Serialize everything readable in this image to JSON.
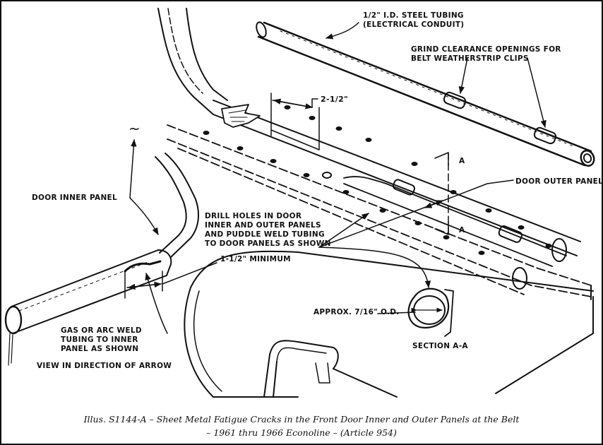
{
  "labels": {
    "steel_tubing": [
      "1/2\" I.D. STEEL TUBING",
      "(ELECTRICAL CONDUIT)"
    ],
    "grind_clearance": [
      "GRIND CLEARANCE OPENINGS FOR",
      "BELT WEATHERSTRIP CLIPS"
    ],
    "dim_two_half": "2-1/2\"",
    "section_marker": "A",
    "door_inner_panel": "DOOR INNER PANEL",
    "door_outer_panel": "DOOR OUTER PANEL",
    "drill_holes": [
      "DRILL HOLES IN DOOR",
      "INNER AND OUTER PANELS",
      "AND PUDDLE WELD TUBING",
      "TO DOOR PANELS AS SHOWN"
    ],
    "min_length": "1-1/2\" MINIMUM",
    "approx_od": "APPROX. 7/16\" O.D.",
    "weld_note": [
      "GAS OR ARC WELD",
      "TUBING TO INNER",
      "PANEL AS SHOWN"
    ],
    "view_direction": "VIEW IN DIRECTION OF ARROW",
    "section_aa": "SECTION A-A",
    "tilde": "~"
  },
  "caption": {
    "line1": "Illus. S1144-A – Sheet Metal Fatigue Cracks in the Front Door Inner and Outer Panels at the Belt",
    "line2": "– 1961 thru 1966 Econoline – (Article 954)"
  }
}
